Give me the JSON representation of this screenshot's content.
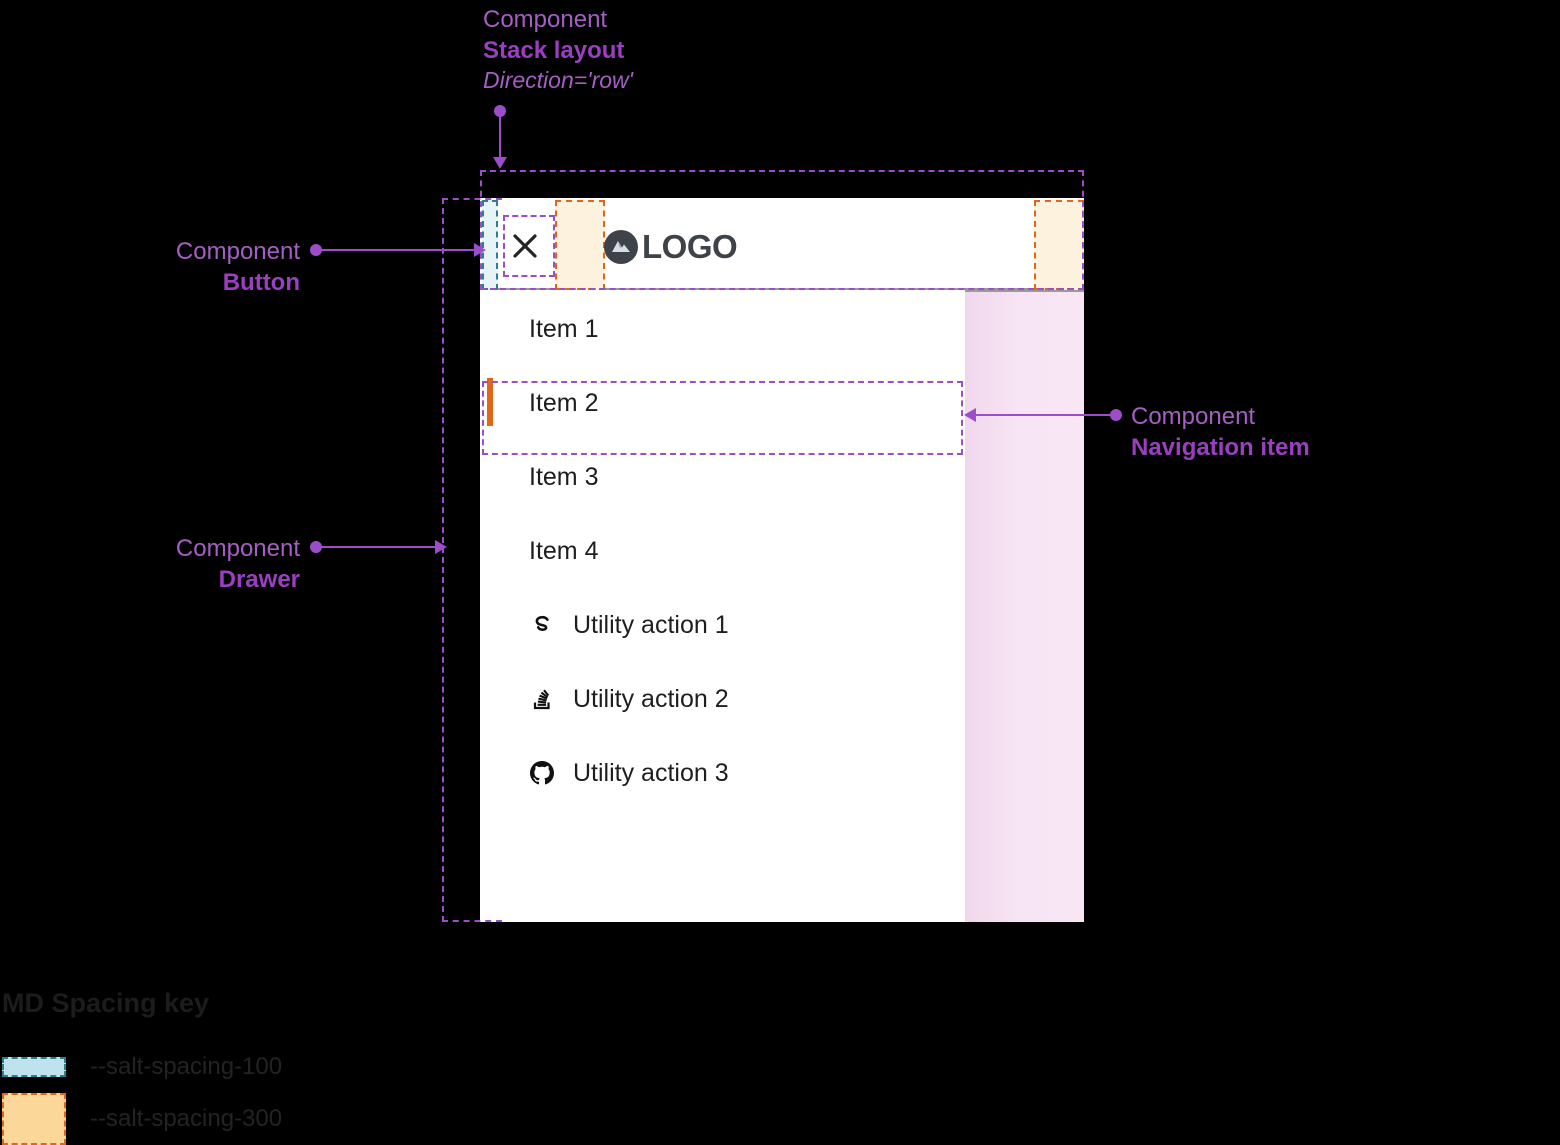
{
  "annotations": {
    "stack_layout": {
      "kind": "Component",
      "name": "Stack layout",
      "prop": "Direction='row'"
    },
    "button": {
      "kind": "Component",
      "name": "Button"
    },
    "drawer": {
      "kind": "Component",
      "name": "Drawer"
    },
    "navigation_item": {
      "kind": "Component",
      "name": "Navigation item"
    }
  },
  "drawer": {
    "header": {
      "close_label": "close-icon",
      "logo_text": "LOGO"
    },
    "nav_items": [
      {
        "label": "Item 1",
        "active": false
      },
      {
        "label": "Item 2",
        "active": true
      },
      {
        "label": "Item 3",
        "active": false
      },
      {
        "label": "Item 4",
        "active": false
      }
    ],
    "utility_actions": [
      {
        "label": "Utility action 1",
        "icon": "salt-logo-icon"
      },
      {
        "label": "Utility action 2",
        "icon": "stack-overflow-icon"
      },
      {
        "label": "Utility action 3",
        "icon": "github-icon"
      }
    ]
  },
  "spacing_key": {
    "title": "MD Spacing key",
    "entries": [
      {
        "token": "--salt-spacing-100",
        "fill": "#bfe3ec",
        "border": "#2a7f93"
      },
      {
        "token": "--salt-spacing-300",
        "fill": "#fcd79a",
        "border": "#e2661a"
      }
    ]
  },
  "colors": {
    "annotation": "#9b4dca",
    "annotation_bold": "#9a3fbf",
    "active_indicator": "#e2661a",
    "spacing_100_fill": "#e8f3f5",
    "spacing_100_border": "#2a7f93",
    "spacing_300_fill": "#fdf2de",
    "spacing_300_border": "#e2661a",
    "scrim": "#f7e4f4",
    "logo": "#3e4349",
    "background": "#000000"
  }
}
